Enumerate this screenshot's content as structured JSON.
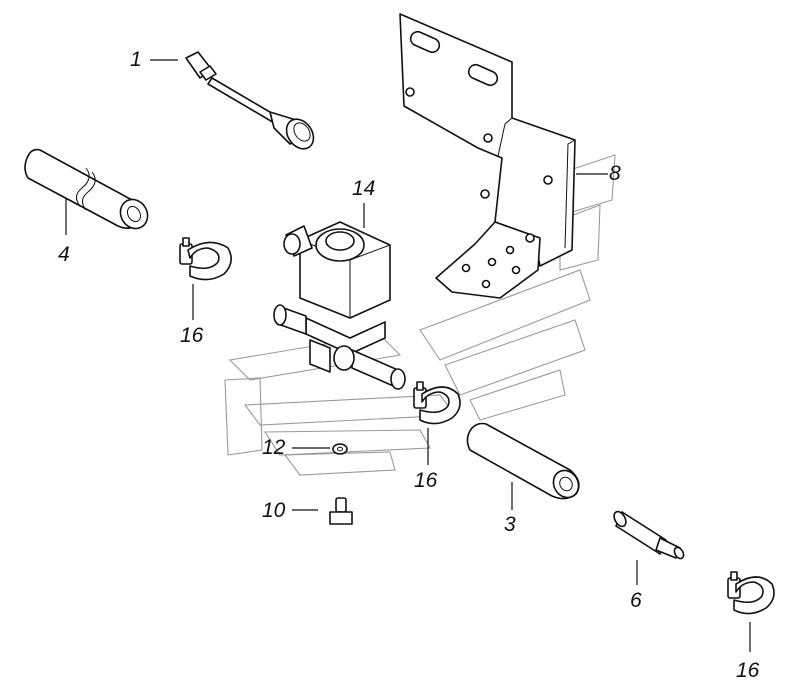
{
  "labels": {
    "p1": "1",
    "p4": "4",
    "p14": "14",
    "p8": "8",
    "p16a": "16",
    "p12": "12",
    "p16b": "16",
    "p10": "10",
    "p3": "3",
    "p6": "6",
    "p16c": "16"
  }
}
